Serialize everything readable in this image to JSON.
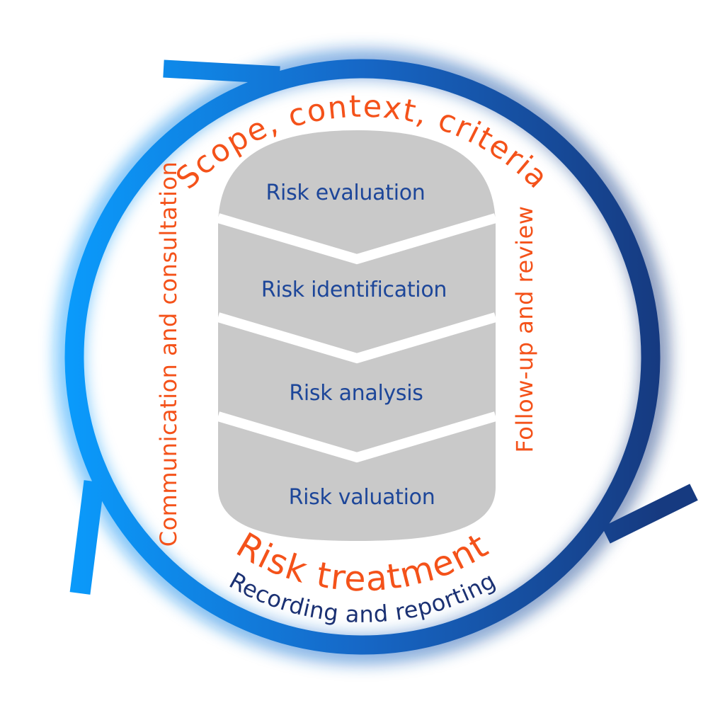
{
  "colors": {
    "orange": "#F4521A",
    "navy_label": "#1D4699",
    "navy_dark": "#1B3173",
    "gray_segment": "#C9C9C9",
    "ring_light_blue": "#0A9BFC",
    "ring_mid_blue": "#1667C6",
    "ring_dark_blue": "#163A80",
    "separator_white": "#FFFFFF"
  },
  "ring_texts": {
    "top": "Scope, context, criteria",
    "left": "Communication and consultation",
    "right": "Follow-up and review",
    "bottom_primary": "Risk treatment",
    "bottom_secondary": "Recording and reporting"
  },
  "stack": {
    "segments": [
      {
        "label": "Risk evaluation"
      },
      {
        "label": "Risk identification"
      },
      {
        "label": "Risk analysis"
      },
      {
        "label": "Risk valuation"
      }
    ]
  }
}
